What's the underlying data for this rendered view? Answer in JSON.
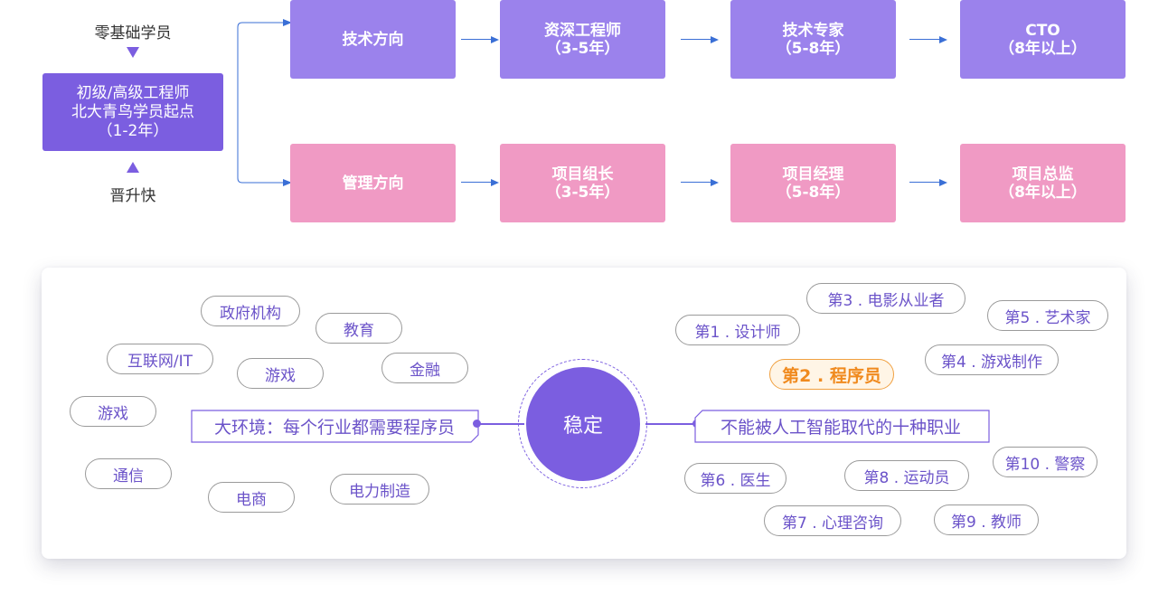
{
  "career_path": {
    "start": {
      "top_label": "零基础学员",
      "box_lines": [
        "初级/高级工程师",
        "北大青鸟学员起点",
        "（1-2年）"
      ],
      "bottom_label": "晋升快"
    },
    "tech_track": [
      {
        "line1": "技术方向",
        "line2": ""
      },
      {
        "line1": "资深工程师",
        "line2": "（3-5年）"
      },
      {
        "line1": "技术专家",
        "line2": "（5-8年）"
      },
      {
        "line1": "CTO",
        "line2": "（8年以上）"
      }
    ],
    "mgmt_track": [
      {
        "line1": "管理方向",
        "line2": ""
      },
      {
        "line1": "项目组长",
        "line2": "（3-5年）"
      },
      {
        "line1": "项目经理",
        "line2": "（5-8年）"
      },
      {
        "line1": "项目总监",
        "line2": "（8年以上）"
      }
    ]
  },
  "stability": {
    "center": "稳定",
    "left_label": "大环境：每个行业都需要程序员",
    "right_label": "不能被人工智能取代的十种职业",
    "industries": [
      "政府机构",
      "教育",
      "互联网/IT",
      "游戏",
      "金融",
      "游戏",
      "通信",
      "电商",
      "电力制造"
    ],
    "jobs": [
      "第3 . 电影从业者",
      "第5 . 艺术家",
      "第1 . 设计师",
      "第4 . 游戏制作",
      "第2 . 程序员",
      "第10 . 警察",
      "第6 . 医生",
      "第8 . 运动员",
      "第7 . 心理咨询",
      "第9 . 教师"
    ],
    "highlight_job": "第2 . 程序员"
  },
  "colors": {
    "primary": "#7b5ee0",
    "tech_box": "#9b82ec",
    "mgmt_box": "#f09ac4",
    "arrow": "#3a6fd6",
    "highlight": "#f08a1e"
  }
}
